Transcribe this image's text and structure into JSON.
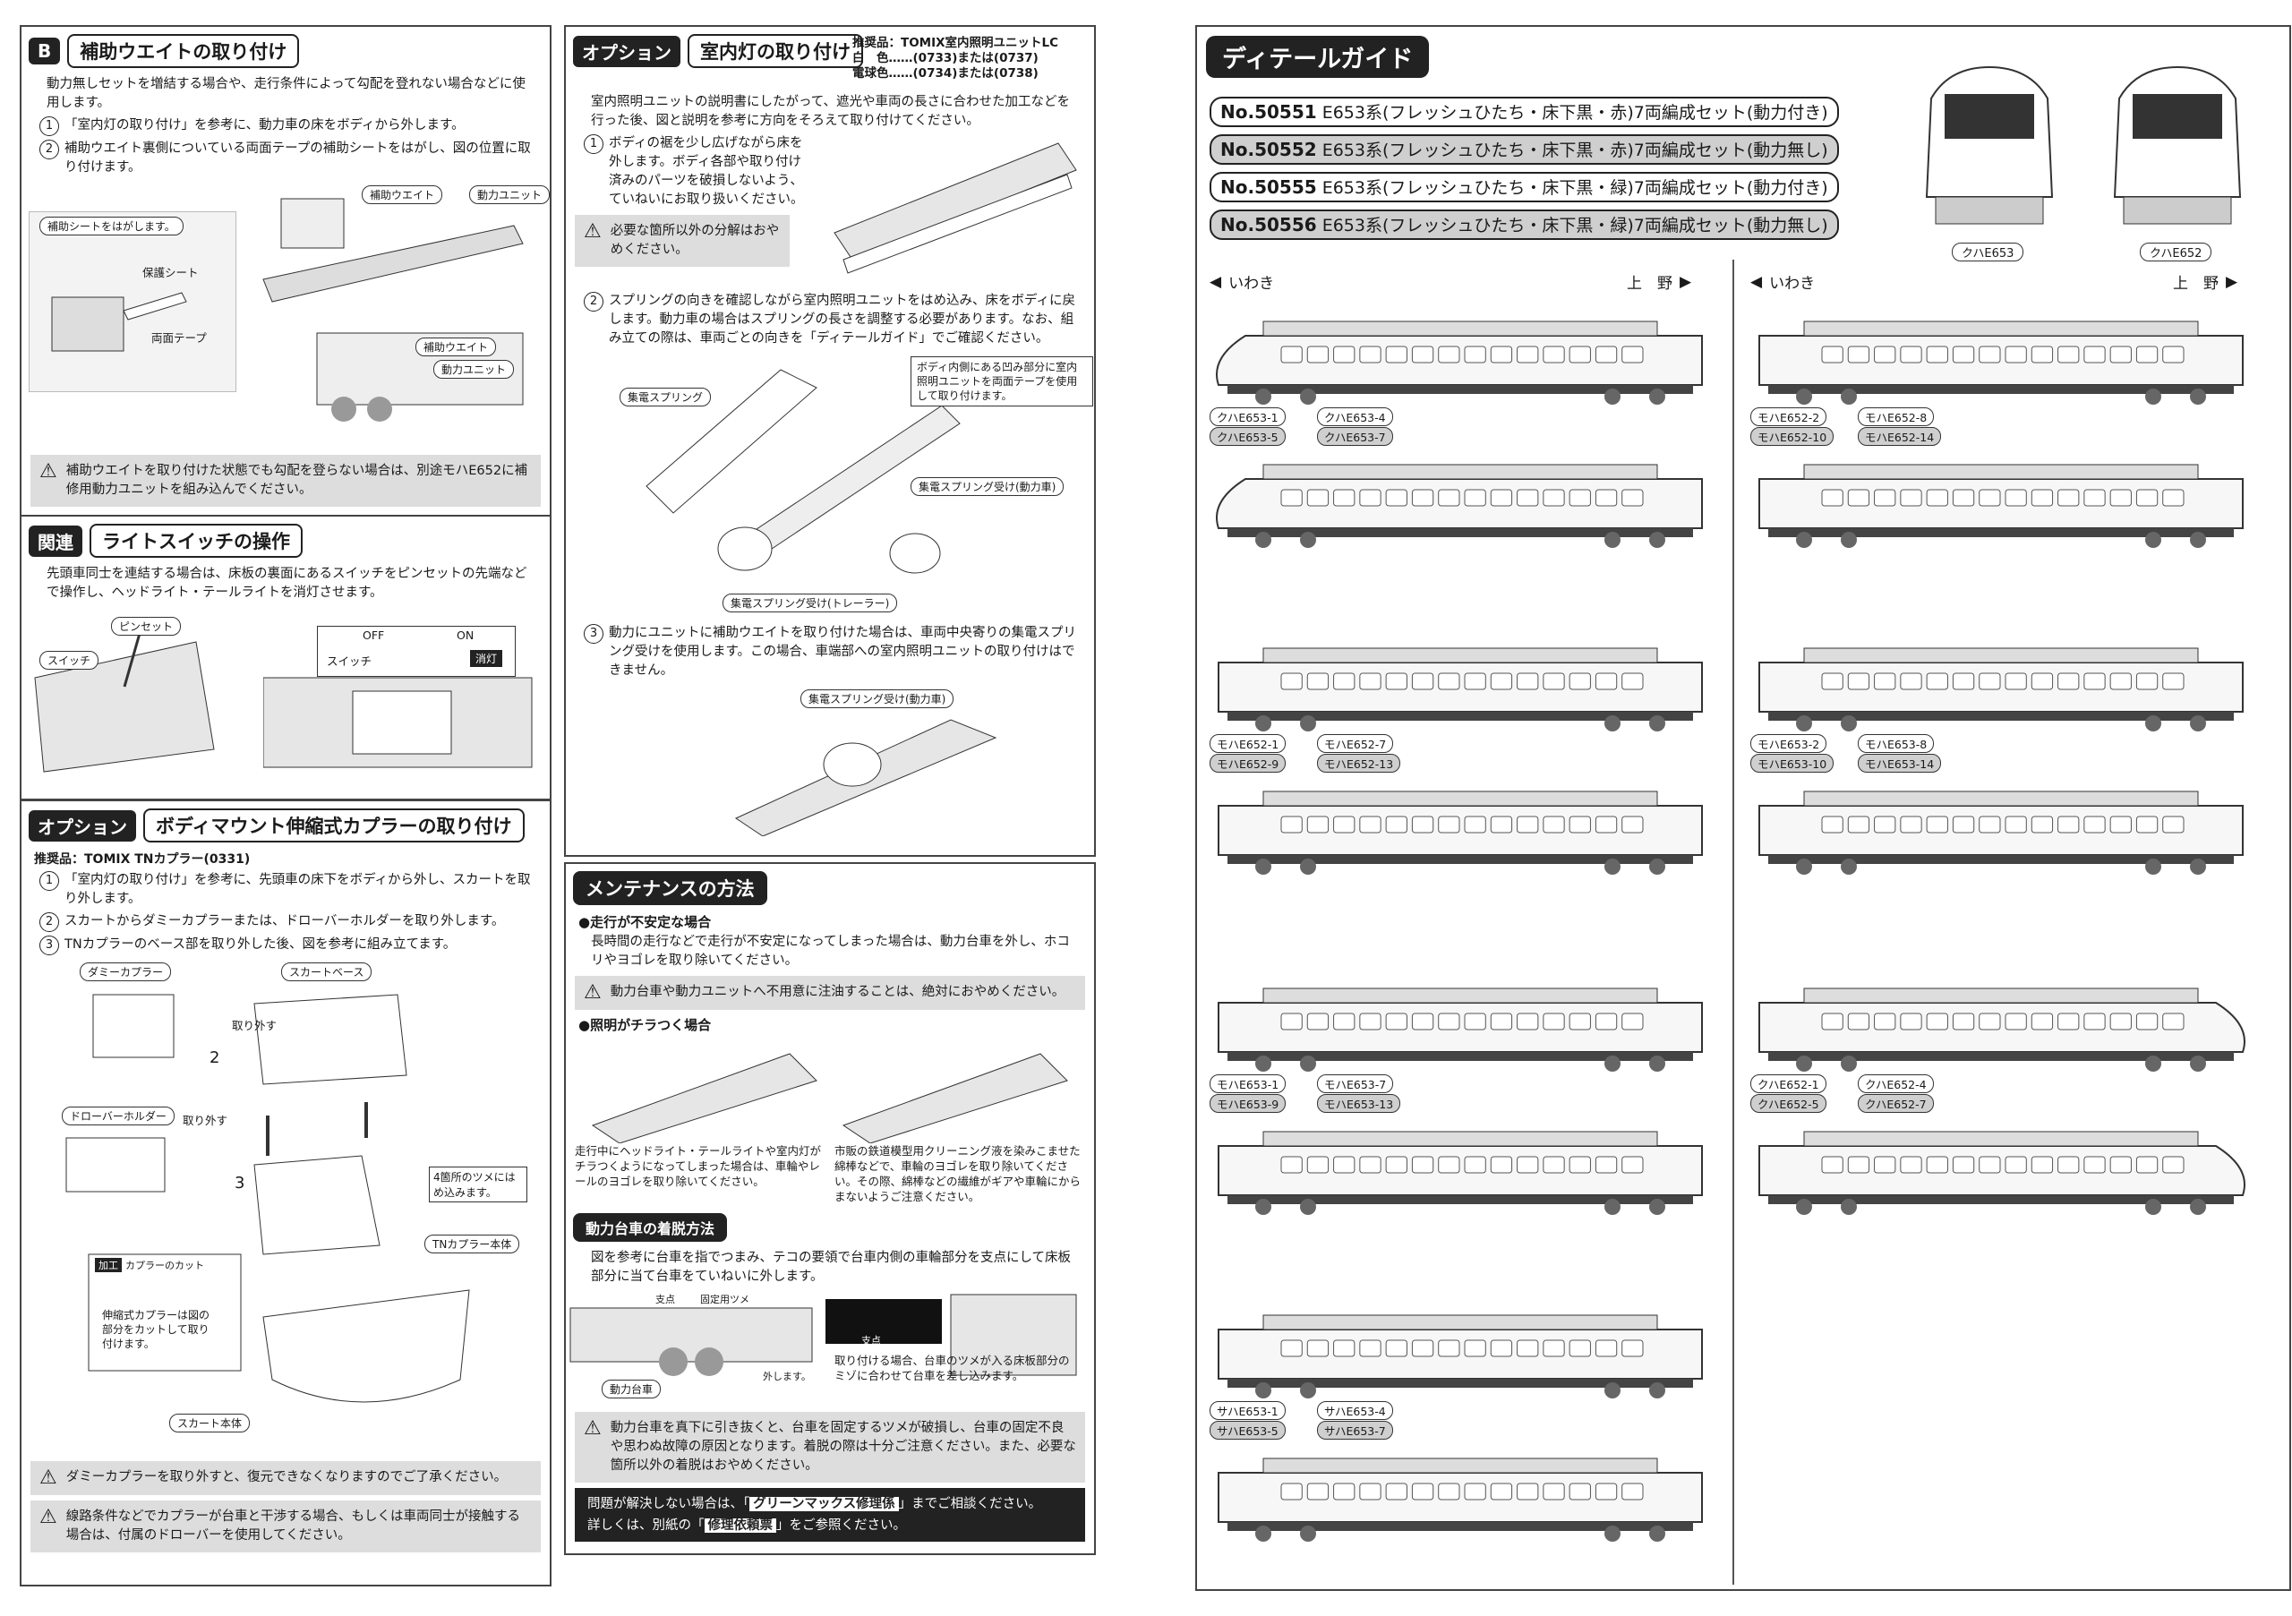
{
  "sectionB": {
    "tag": "B",
    "title": "補助ウエイトの取り付け",
    "intro": "動力無しセットを増結する場合や、走行条件によって勾配を登れない場合などに使用します。",
    "step1": "「室内灯の取り付け」を参考に、動力車の床をボディから外します。",
    "step2": "補助ウエイト裏側についている両面テープの補助シートをはがし、図の位置に取り付けます。",
    "label_peel": "補助シートをはがします。",
    "label_protect": "保護シート",
    "label_tape": "両面テープ",
    "label_weight": "補助ウエイト",
    "label_power": "動力ユニット",
    "label_weight2": "補助ウエイト",
    "label_power2": "動力ユニット",
    "warn": "補助ウエイトを取り付けた状態でも勾配を登らない場合は、別途モハE652に補修用動力ユニットを組み込んでください。"
  },
  "sectionLight": {
    "tag": "関連",
    "title": "ライトスイッチの操作",
    "text": "先頭車同士を連結する場合は、床板の裏面にあるスイッチをピンセットの先端などで操作し、ヘッドライト・テールライトを消灯させます。",
    "label_tweezers": "ピンセット",
    "label_switch": "スイッチ",
    "off": "OFF",
    "on": "ON",
    "label_switch2": "スイッチ",
    "label_off_state": "消灯"
  },
  "sectionCoupler": {
    "tag": "オプション",
    "title": "ボディマウント伸縮式カプラーの取り付け",
    "recommend": "推奨品：TOMIX TNカプラー(0331)",
    "step1": "「室内灯の取り付け」を参考に、先頭車の床下をボディから外し、スカートを取り外します。",
    "step2": "スカートからダミーカプラーまたは、ドローバーホルダーを取り外します。",
    "step3": "TNカプラーのベース部を取り外した後、図を参考に組み立てます。",
    "label_dummy": "ダミーカプラー",
    "label_skirt_base": "スカートベース",
    "label_remove1": "取り外す",
    "label_drawbar": "ドローバーホルダー",
    "label_remove2": "取り外す",
    "label_claws": "4箇所のツメにはめ込みます。",
    "label_tn": "TNカプラー本体",
    "label_cut_tag": "加工",
    "label_cut": "カプラーのカット",
    "label_cut_text": "伸縮式カプラーは図の部分をカットして取り付けます。",
    "label_skirt": "スカート本体",
    "c2": "2",
    "c3": "3",
    "warn1": "ダミーカプラーを取り外すと、復元できなくなりますのでご了承ください。",
    "warn2": "線路条件などでカプラーが台車と干渉する場合、もしくは車両同士が接触する場合は、付属のドローバーを使用してください。"
  },
  "sectionRoomLight": {
    "tag": "オプション",
    "title": "室内灯の取り付け",
    "rec1": "推奨品：TOMIX室内照明ユニットLC",
    "rec2": "白　色……(0733)または(0737)",
    "rec3": "電球色……(0734)または(0738)",
    "intro": "室内照明ユニットの説明書にしたがって、遮光や車両の長さに合わせた加工などを行った後、図と説明を参考に方向をそろえて取り付けてください。",
    "step1": "ボディの裾を少し広げながら床を外します。ボディ各部や取り付け済みのパーツを破損しないよう、ていねいにお取り扱いください。",
    "warn1": "必要な箇所以外の分解はおやめください。",
    "step2": "スプリングの向きを確認しながら室内照明ユニットをはめ込み、床をボディに戻します。動力車の場合はスプリングの長さを調整する必要があります。なお、組み立ての際は、車両ごとの向きを「ディテールガイド」でご確認ください。",
    "label_spring": "集電スプリング",
    "label_tape": "ボディ内側にある凹み部分に室内照明ユニットを両面テープを使用して取り付けます。",
    "label_recv_power": "集電スプリング受け(動力車)",
    "label_recv_trailer": "集電スプリング受け(トレーラー)",
    "step3": "動力にユニットに補助ウエイトを取り付けた場合は、車両中央寄りの集電スプリング受けを使用します。この場合、車端部への室内照明ユニットの取り付けはできません。",
    "label_recv_power2": "集電スプリング受け(動力車)"
  },
  "sectionMaint": {
    "title": "メンテナンスの方法",
    "h1": "●走行が不安定な場合",
    "t1": "長時間の走行などで走行が不安定になってしまった場合は、動力台車を外し、ホコリやヨゴレを取り除いてください。",
    "warn1": "動力台車や動力ユニットへ不用意に注油することは、絶対におやめください。",
    "h2": "●照明がチラつく場合",
    "cap1": "走行中にヘッドライト・テールライトや室内灯がチラつくようになってしまった場合は、車輪やレールのヨゴレを取り除いてください。",
    "cap2": "市販の鉄道模型用クリーニング液を染みこませた綿棒などで、車輪のヨゴレを取り除いてください。その際、綿棒などの繊維がギアや車輪にからまないようご注意ください。",
    "h3": "動力台車の着脱方法",
    "t3": "図を参考に台車を指でつまみ、テコの要領で台車内側の車輪部分を支点にして床板部分に当て台車をていねいに外します。",
    "label_fulcrum": "支点",
    "label_claw": "固定用ツメ",
    "label_fulcrum2": "支点",
    "label_off": "外します。",
    "label_power_truck": "動力台車",
    "cap3": "取り付ける場合、台車のツメが入る床板部分のミゾに合わせて台車を差し込みます。",
    "warn2": "動力台車を真下に引き抜くと、台車を固定するツメが破損し、台車の固定不良や思わぬ故障の原因となります。着脱の際は十分ご注意ください。また、必要な箇所以外の着脱はおやめください。",
    "foot1a": "問題が解決しない場合は、「",
    "foot1b": "グリーンマックス修理係",
    "foot1c": "」までご相談ください。",
    "foot2a": "詳しくは、別紙の「",
    "foot2b": "修理依頼票",
    "foot2c": "」をご参照ください。"
  },
  "detailGuide": {
    "title": "ディテールガイド",
    "products": [
      {
        "no": "No.50551",
        "name": "E653系(フレッシュひたち・床下黒・赤)7両編成セット(動力付き)"
      },
      {
        "no": "No.50552",
        "name": "E653系(フレッシュひたち・床下黒・赤)7両編成セット(動力無し)"
      },
      {
        "no": "No.50555",
        "name": "E653系(フレッシュひたち・床下黒・緑)7両編成セット(動力付き)"
      },
      {
        "no": "No.50556",
        "name": "E653系(フレッシュひたち・床下黒・緑)7両編成セット(動力無し)"
      }
    ],
    "front_left": "クハE653",
    "front_right": "クハE652",
    "dir_left": "いわき",
    "dir_right": "上　野",
    "dir_left2": "いわき",
    "dir_right2": "上　野",
    "left_groups": [
      [
        "クハE653-1",
        "クハE653-4",
        "クハE653-5",
        "クハE653-7"
      ],
      [
        "モハE652-1",
        "モハE652-7",
        "モハE652-9",
        "モハE652-13"
      ],
      [
        "モハE653-1",
        "モハE653-7",
        "モハE653-9",
        "モハE653-13"
      ],
      [
        "サハE653-1",
        "サハE653-4",
        "サハE653-5",
        "サハE653-7"
      ]
    ],
    "right_groups": [
      [
        "モハE652-2",
        "モハE652-8",
        "モハE652-10",
        "モハE652-14"
      ],
      [
        "モハE653-2",
        "モハE653-8",
        "モハE653-10",
        "モハE653-14"
      ],
      [
        "クハE652-1",
        "クハE652-4",
        "クハE652-5",
        "クハE652-7"
      ]
    ]
  }
}
